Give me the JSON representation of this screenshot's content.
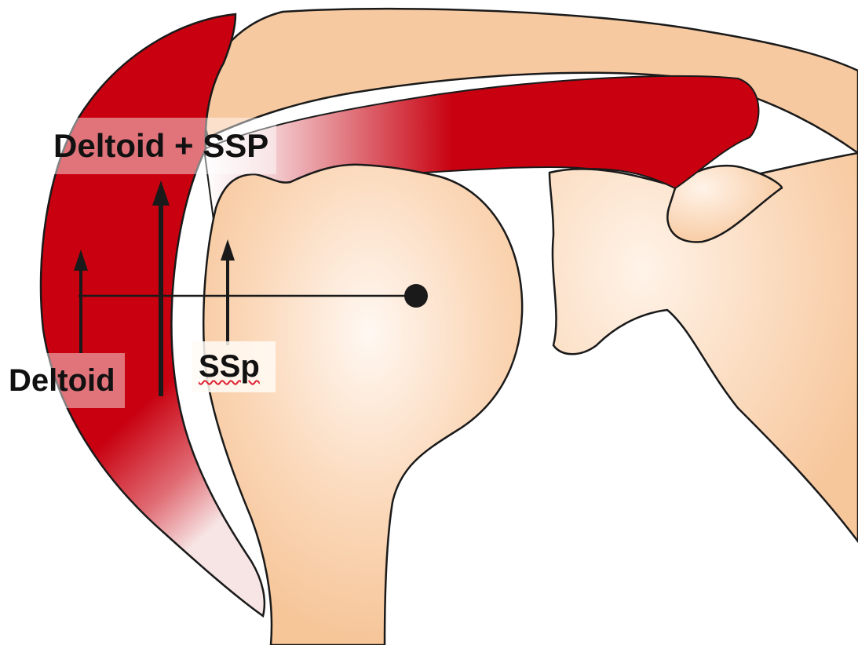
{
  "labels": {
    "deltoid_ssp": "Deltoid + SSP",
    "deltoid": "Deltoid",
    "ssp": "SSp"
  },
  "colors": {
    "muscle": "#c8000f",
    "bone": "#f7c9a0",
    "bone_highlight": "#fff6ee",
    "outline": "#1a1a1a",
    "background": "#ffffff"
  }
}
